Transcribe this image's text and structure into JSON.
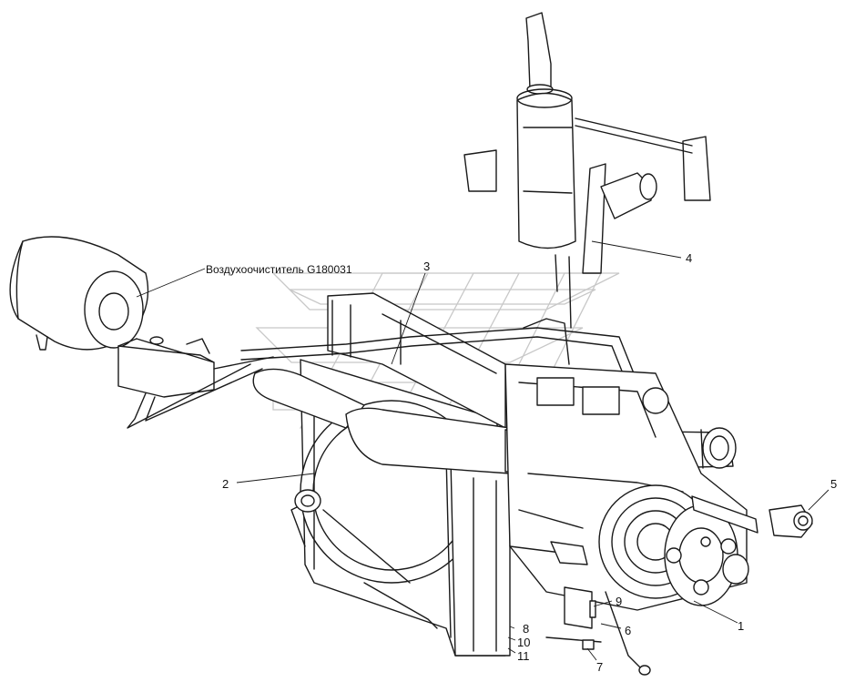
{
  "callouts": {
    "air_cleaner": "Воздухоочиститель G180031",
    "c1": "1",
    "c2": "2",
    "c3": "3",
    "c4": "4",
    "c5": "5",
    "c6": "6",
    "c7": "7",
    "c8": "8",
    "c9": "9",
    "c10": "10",
    "c11": "11"
  }
}
